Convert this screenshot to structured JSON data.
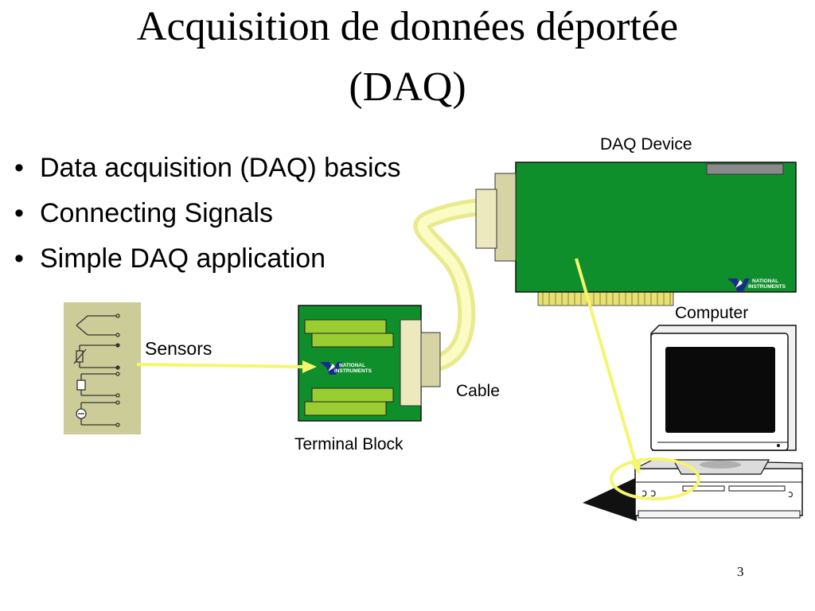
{
  "slide": {
    "title_line1": "Acquisition de données déportée",
    "title_line2": "(DAQ)",
    "bullets": [
      "Data acquisition (DAQ) basics",
      "Connecting Signals",
      "Simple DAQ application"
    ],
    "bullet_glyph": "•",
    "page_number": "3"
  },
  "diagram": {
    "labels": {
      "daq_device": "DAQ Device",
      "computer": "Computer",
      "sensors": "Sensors",
      "cable": "Cable",
      "terminal_block": "Terminal Block"
    },
    "logo_text": [
      "NATIONAL",
      "INSTRUMENTS"
    ],
    "colors": {
      "board_green": "#0f8f2b",
      "connector_cream": "#ece9bf",
      "cable_yellow": "#fafaa0",
      "arrow_yellow": "#f5f56e",
      "sensor_panel": "#cccc99",
      "gold_fingers": "#e8e070",
      "logo_blue": "#1a2c8a"
    },
    "icons": [
      "thermocouple-icon",
      "thermistor-icon",
      "strain-gauge-icon",
      "lvdt-icon",
      "national-instruments-logo-icon"
    ]
  }
}
